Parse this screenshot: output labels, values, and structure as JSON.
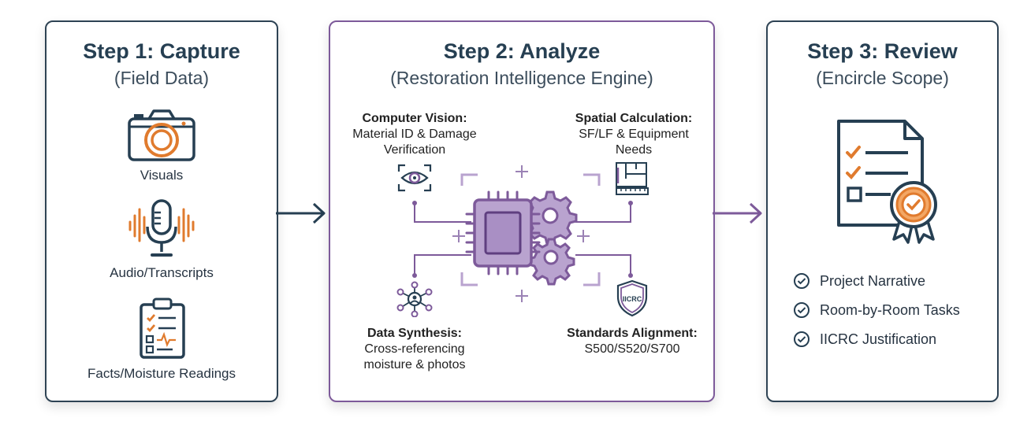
{
  "steps": [
    {
      "title": "Step 1: Capture",
      "subtitle": "(Field Data)",
      "items": [
        {
          "label": "Visuals",
          "icon": "camera-icon"
        },
        {
          "label": "Audio/Transcripts",
          "icon": "microphone-icon"
        },
        {
          "label": "Facts/Moisture Readings",
          "icon": "clipboard-icon"
        }
      ]
    },
    {
      "title": "Step 2: Analyze",
      "subtitle": "(Restoration Intelligence Engine)",
      "features": [
        {
          "heading": "Computer Vision:",
          "line1": "Material ID & Damage",
          "line2": "Verification",
          "icon": "eye-icon"
        },
        {
          "heading": "Spatial Calculation:",
          "line1": "SF/LF & Equipment",
          "line2": "Needs",
          "icon": "blueprint-icon"
        },
        {
          "heading": "Data Synthesis:",
          "line1": "Cross-referencing",
          "line2": "moisture & photos",
          "icon": "network-icon"
        },
        {
          "heading": "Standards Alignment:",
          "line1": "S500/S520/S700",
          "line2": "",
          "icon": "shield-icon",
          "badge": "IICRC"
        }
      ]
    },
    {
      "title": "Step 3: Review",
      "subtitle": "(Encircle Scope)",
      "checklist": [
        "Project Narrative",
        "Room-by-Room Tasks",
        "IICRC Justification"
      ]
    }
  ],
  "colors": {
    "navy": "#263f52",
    "orange": "#e07b2e",
    "purple": "#7d5a9a",
    "light_purple": "#b9a3cf"
  }
}
